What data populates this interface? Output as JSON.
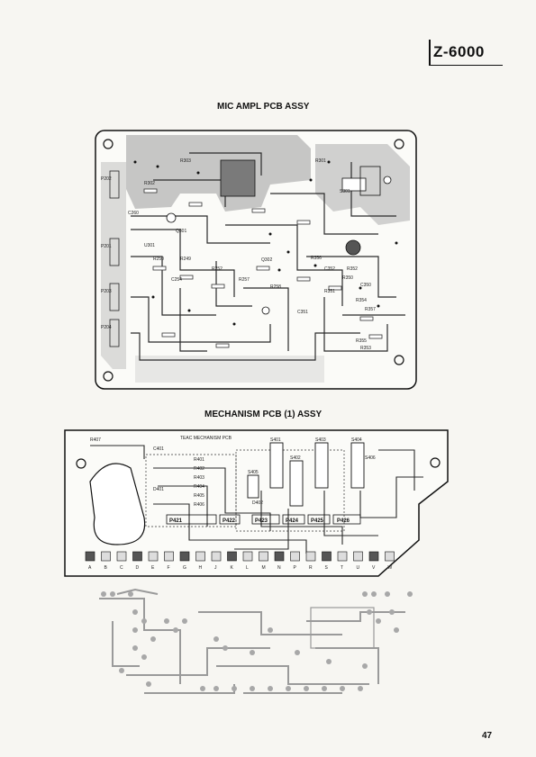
{
  "header": {
    "model": "Z-6000"
  },
  "sections": {
    "mic_pcb_title": "MIC AMPL PCB ASSY",
    "mech_pcb_title": "MECHANISM PCB (1) ASSY"
  },
  "mic_board": {
    "labels": [
      "U301",
      "C260",
      "R250",
      "R249",
      "R252",
      "C254",
      "R257",
      "R258",
      "R356",
      "C352",
      "R352",
      "R350",
      "C350",
      "Q302",
      "Q301",
      "R351",
      "R354",
      "R357",
      "C351",
      "R355",
      "R353",
      "P202",
      "P201",
      "P203",
      "P204",
      "S301",
      "R302",
      "R303",
      "R301"
    ]
  },
  "mech_board": {
    "brand": "TEAC MECHANISM PCB",
    "connector_labels": [
      "P421",
      "P422",
      "P423",
      "P424",
      "P425",
      "P426"
    ],
    "switch_labels": [
      "S401",
      "S402",
      "S403",
      "S404",
      "S405",
      "S406"
    ],
    "resistor_labels": [
      "R401",
      "R402",
      "R403",
      "R404",
      "R405",
      "R406"
    ],
    "misc_labels": [
      "R407",
      "C401",
      "D401",
      "D402"
    ],
    "terminal_letters": [
      "A",
      "B",
      "C",
      "D",
      "E",
      "F",
      "G",
      "H",
      "J",
      "K",
      "L",
      "M",
      "N",
      "P",
      "R",
      "S",
      "T",
      "U",
      "V",
      "W"
    ]
  },
  "footer": {
    "page_number": "47"
  }
}
